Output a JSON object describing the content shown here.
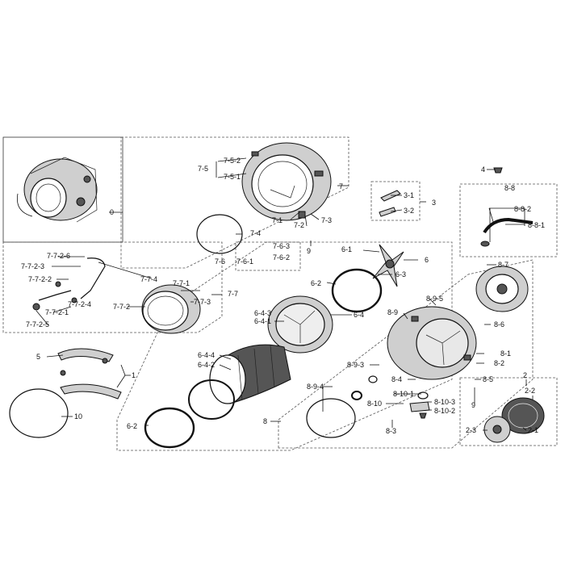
{
  "labels": {
    "l0": "0",
    "l1": "1",
    "l2": "2",
    "l2_1": "2-1",
    "l2_2": "2-2",
    "l2_3": "2-3",
    "l3": "3",
    "l3_1": "3-1",
    "l3_2": "3-2",
    "l4": "4",
    "l5": "5",
    "l6": "6",
    "l6_1": "6-1",
    "l6_2a": "6-2",
    "l6_2b": "6-2",
    "l6_3": "6-3",
    "l6_4": "6-4",
    "l6_4_1": "6-4-1",
    "l6_4_2": "6-4-2",
    "l6_4_3": "6-4-3",
    "l6_4_4": "6-4-4",
    "l7": "7",
    "l7_1": "7-1",
    "l7_2": "7-2",
    "l7_3": "7-3",
    "l7_4": "7-4",
    "l7_5": "7-5",
    "l7_5_1": "7-5-1",
    "l7_5_2": "7-5-2",
    "l7_6": "7-6",
    "l7_6_1": "7-6-1",
    "l7_6_2": "7-6-2",
    "l7_6_3": "7-6-3",
    "l7_7": "7-7",
    "l7_7_1": "7-7-1",
    "l7_7_2": "7-7-2",
    "l7_7_3": "7-7-3",
    "l7_7_4": "7-7-4",
    "l7_7_2_1": "7-7-2-1",
    "l7_7_2_2": "7-7-2-2",
    "l7_7_2_3": "7-7-2-3",
    "l7_7_2_4": "7-7-2-4",
    "l7_7_2_5": "7-7-2-5",
    "l7_7_2_6": "7-7-2-6",
    "l8": "8",
    "l8_1": "8-1",
    "l8_2": "8-2",
    "l8_3": "8-3",
    "l8_4": "8-4",
    "l8_5": "8-5",
    "l8_6": "8-6",
    "l8_7": "8-7",
    "l8_8": "8-8",
    "l8_8_1": "8-8-1",
    "l8_8_2": "8-8-2",
    "l8_9": "8-9",
    "l8_9_3": "8-9-3",
    "l8_9_4": "8-9-4",
    "l8_9_5": "8-9-5",
    "l8_10": "8-10",
    "l8_10_1": "8-10-1",
    "l8_10_2": "8-10-2",
    "l8_10_3": "8-10-3",
    "l9a": "9",
    "l9b": "9",
    "l10": "10"
  }
}
